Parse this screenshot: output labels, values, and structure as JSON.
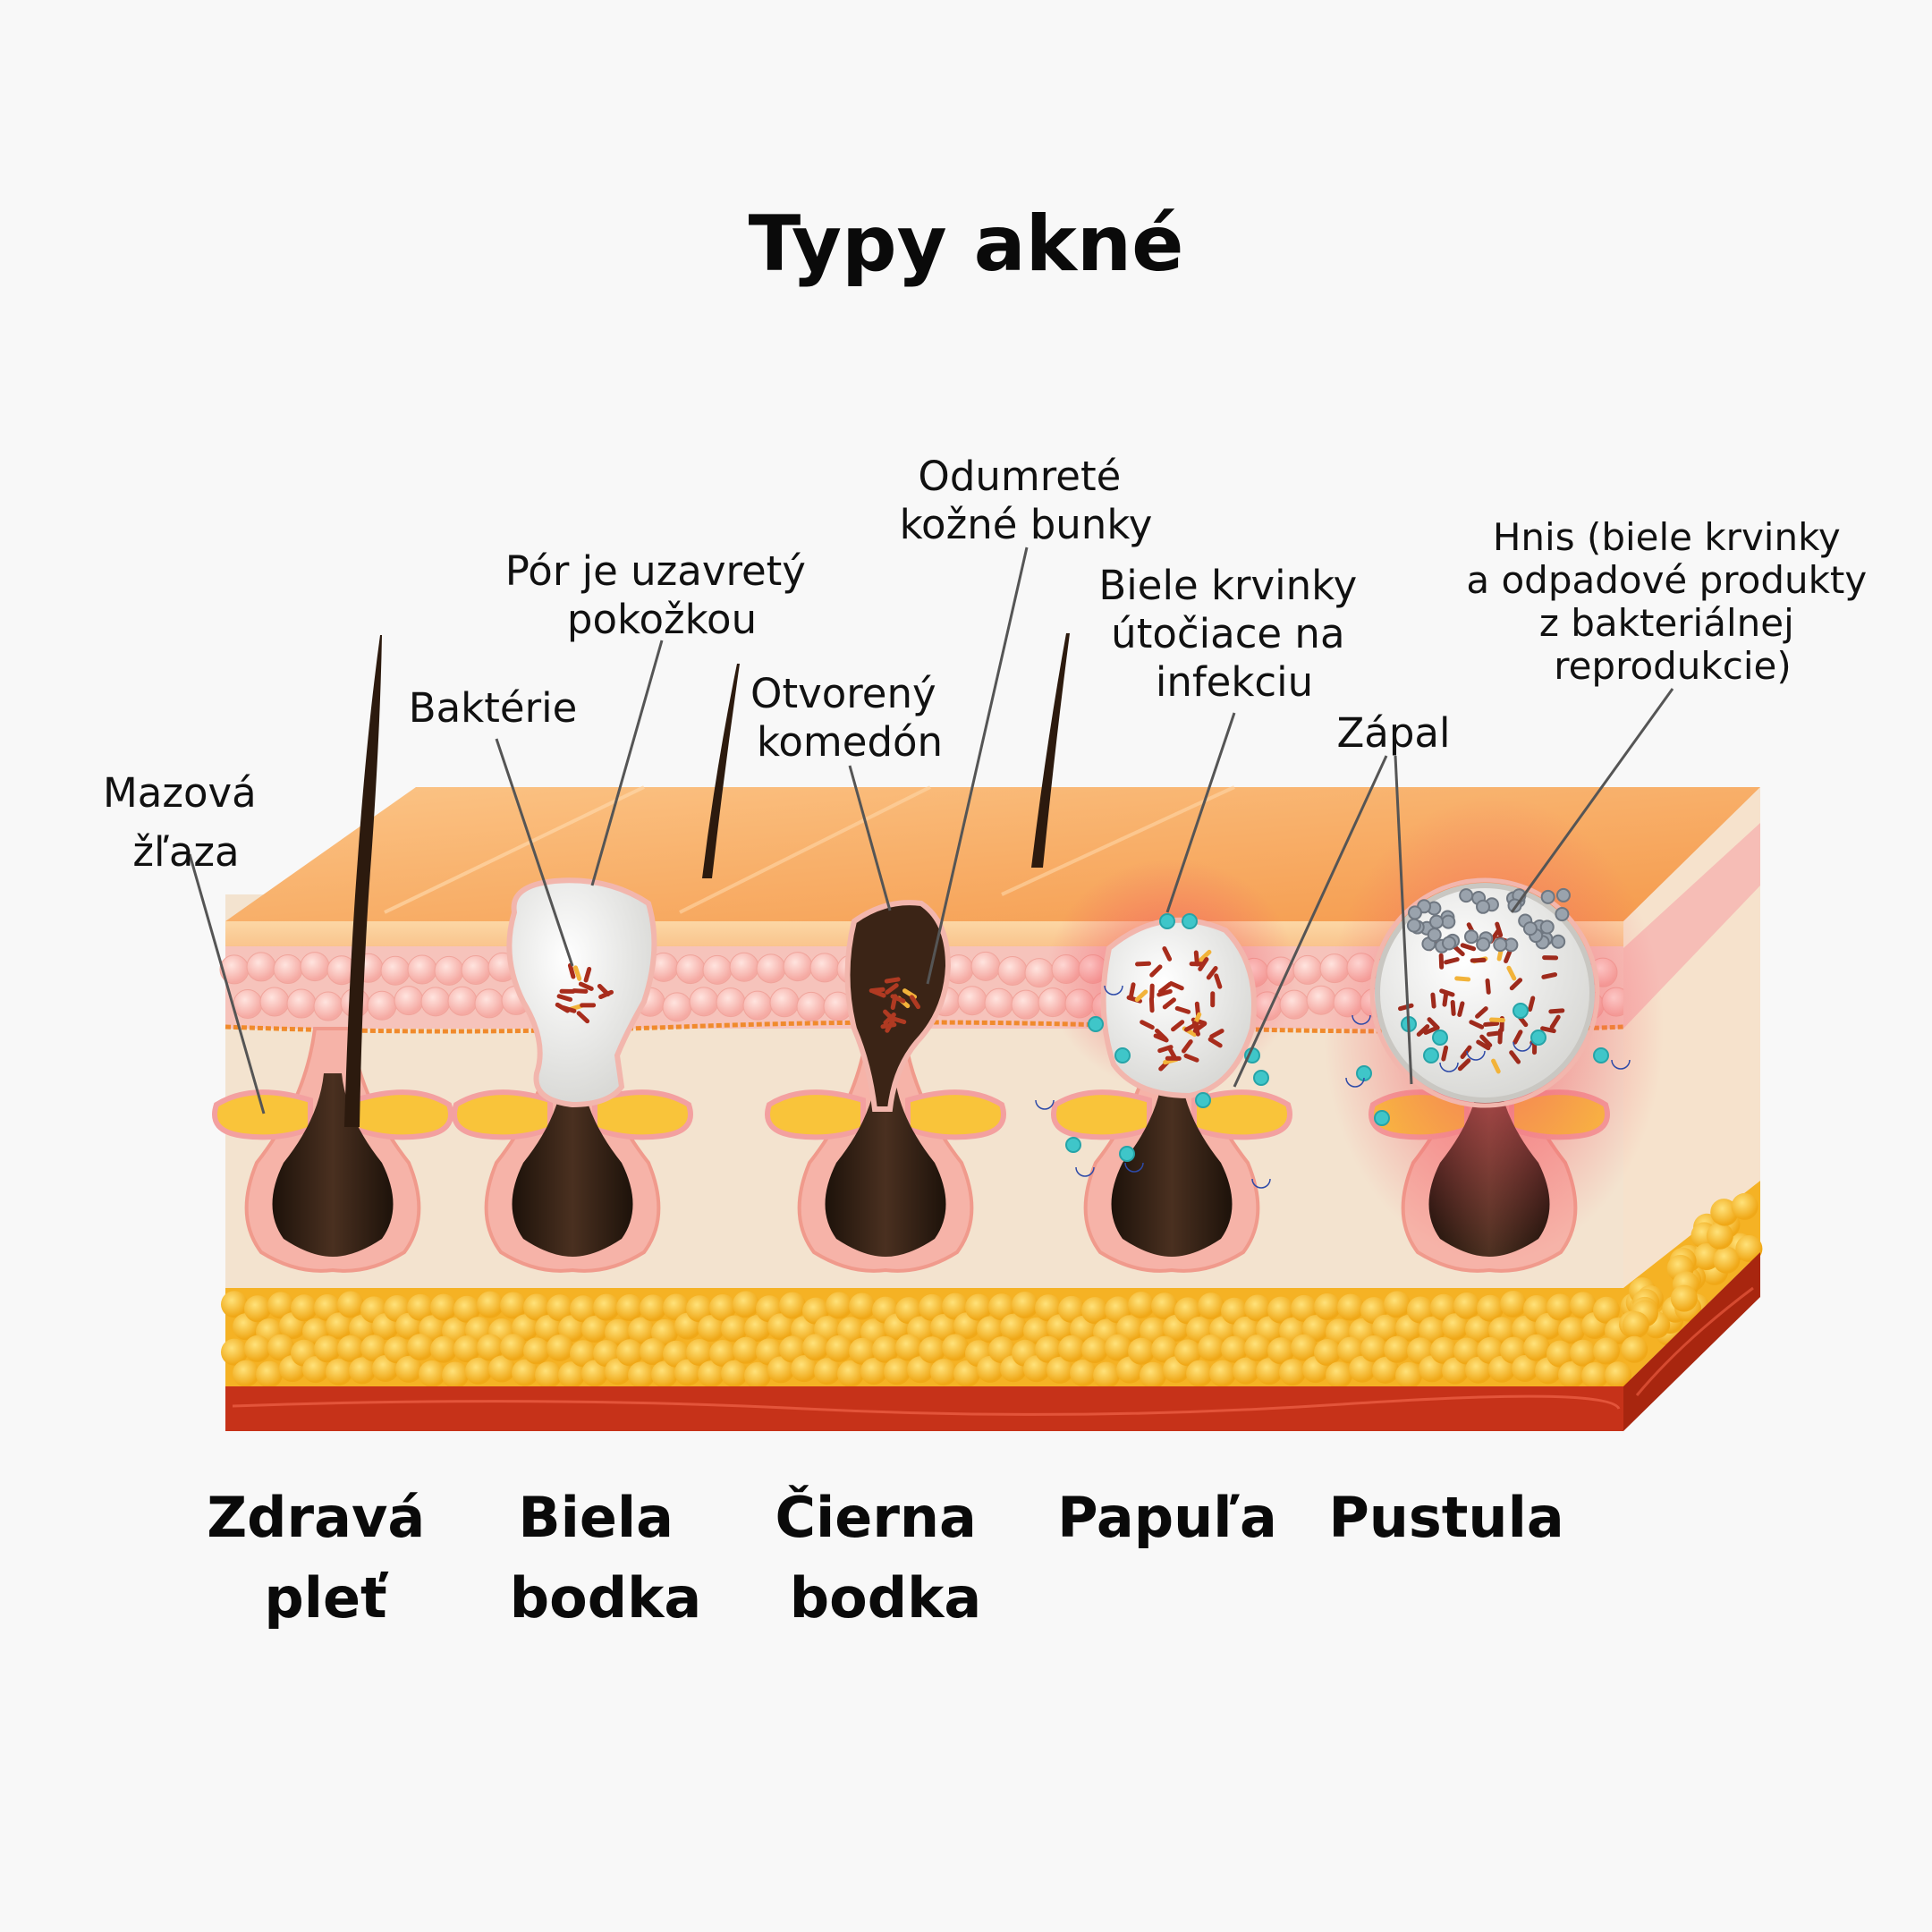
{
  "title": "Typy akné",
  "labels": {
    "sebaceous_gland": [
      "Mazová",
      "žľaza"
    ],
    "bacteria": "Baktérie",
    "pore_closed": [
      "Pór je uzavretý",
      "pokožkou"
    ],
    "open_comedone": [
      "Otvorený",
      "komedón"
    ],
    "dead_cells": [
      "Odumreté",
      "kožné bunky"
    ],
    "white_cells": [
      "Biele krvinky",
      "útočiace na",
      "infekciu"
    ],
    "inflammation": "Zápal",
    "pus": [
      "Hnis (biele krvinky",
      "a odpadové produkty",
      "z bakteriálnej",
      "reprodukcie)"
    ]
  },
  "stages": [
    {
      "line1": "Zdravá",
      "line2": "pleť"
    },
    {
      "line1": "Biela",
      "line2": "bodka"
    },
    {
      "line1": "Čierna",
      "line2": "bodka"
    },
    {
      "line1": "Papuľa",
      "line2": ""
    },
    {
      "line1": "Pustula",
      "line2": ""
    }
  ],
  "colors": {
    "background": "#f8f8f8",
    "epidermis_top": "#f7a75c",
    "epidermis_face": "#fbcf9a",
    "pink_layer": "#f7c3bd",
    "dermis": "#f3e5d2",
    "fat": "#f6b92a",
    "muscle": "#c8331c",
    "hair": "#2e1d12",
    "sebum": "#f8c02c",
    "whitehead": "#f4f4f2",
    "inflammation": "#f2707a",
    "white_blood_cell": "#3fc6c9"
  }
}
